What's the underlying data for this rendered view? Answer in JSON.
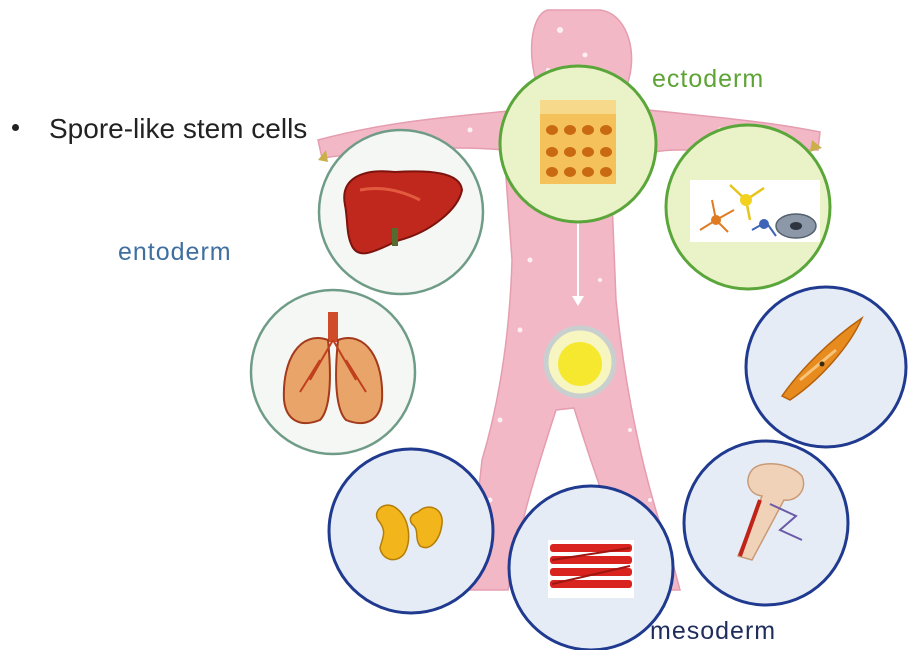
{
  "bullet": {
    "text": "Spore-like stem cells"
  },
  "labels": {
    "entoderm": "entoderm",
    "ectoderm": "ectoderm",
    "mesoderm": "mesoderm"
  },
  "colors": {
    "entoderm_ring": "#6f9c86",
    "ectoderm_ring": "#5aa63a",
    "mesoderm_ring": "#1f3a8f",
    "body": "#f3b8c6",
    "ectoderm_fill": "#eaf2c8",
    "mesoderm_fill": "#e6ecf6",
    "entoderm_fill": "#f4f7f4"
  },
  "icons": [
    "liver-icon",
    "lung-icon",
    "skin-icon",
    "neuron-icon",
    "stem-cell-icon",
    "smooth-muscle-icon",
    "bone-icon",
    "skeletal-muscle-icon",
    "kidney-icon"
  ]
}
